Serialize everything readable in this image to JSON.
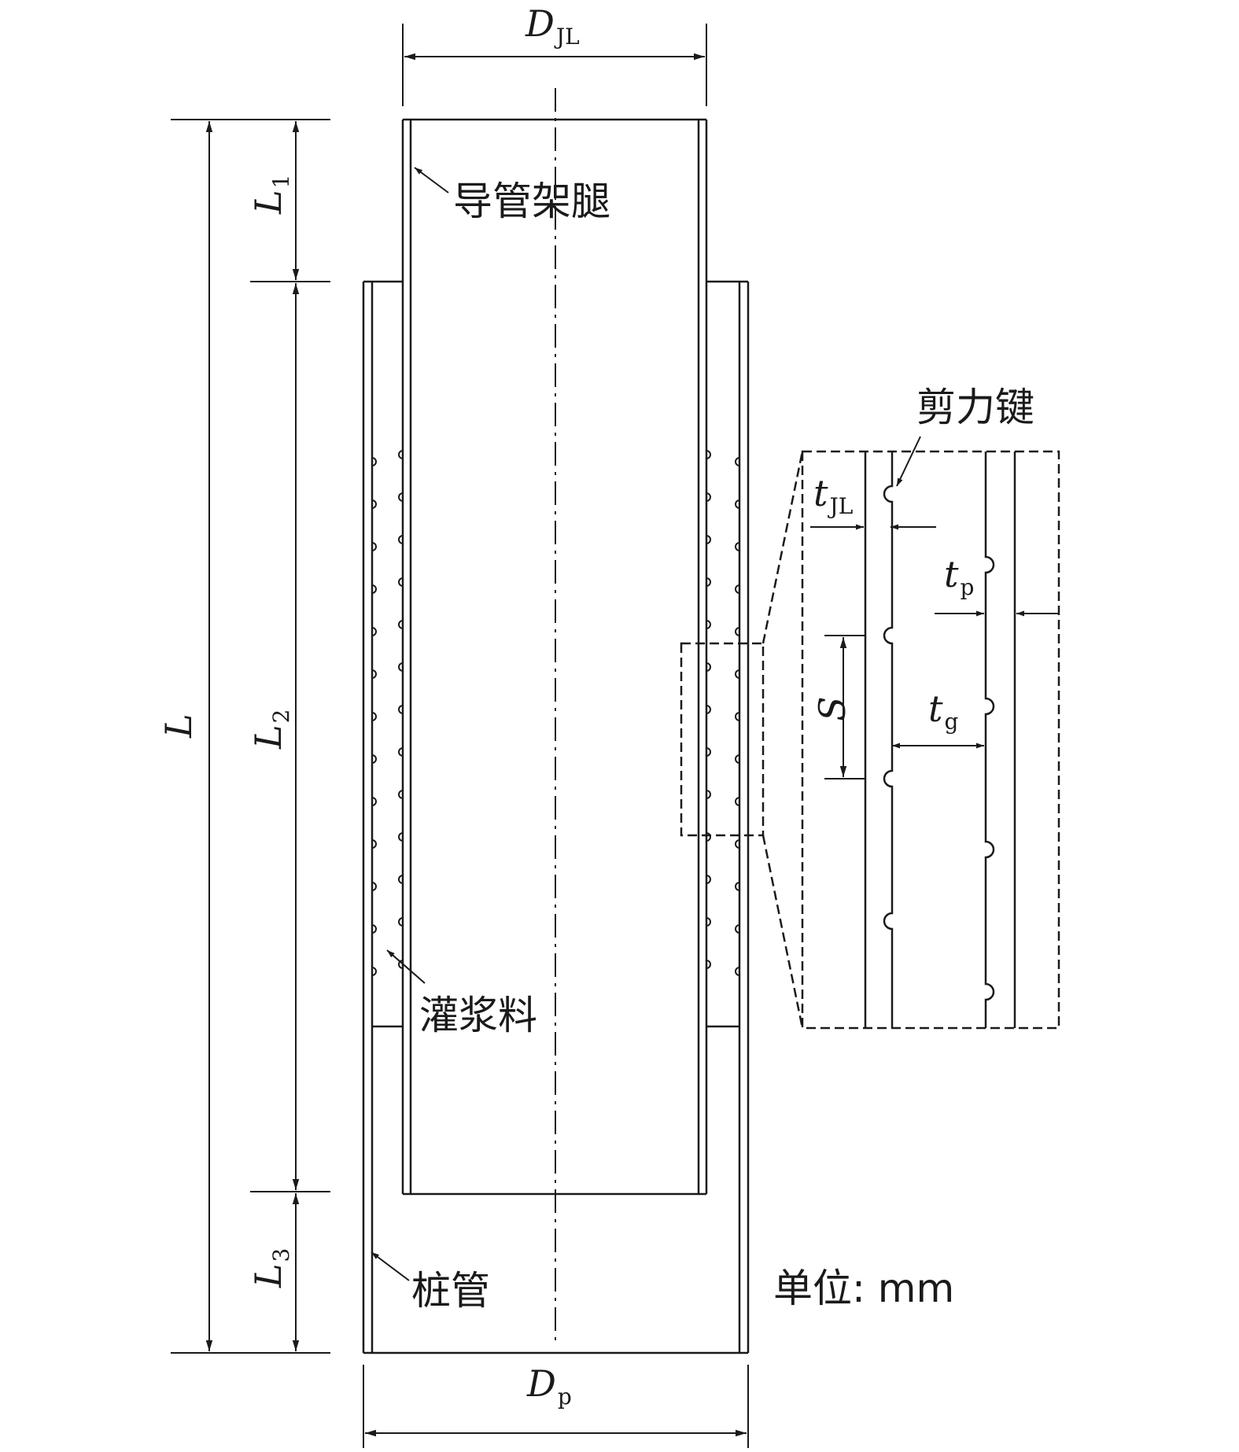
{
  "labels": {
    "jacket_leg": "导管架腿",
    "grout": "灌浆料",
    "pile": "桩管",
    "shear_key": "剪力键",
    "unit": "单位: mm"
  },
  "symbols": {
    "d_jl": {
      "main": "D",
      "sub": "JL"
    },
    "d_p": {
      "main": "D",
      "sub": "p"
    },
    "l": {
      "main": "L",
      "sub": ""
    },
    "l1": {
      "main": "L",
      "sub": "1"
    },
    "l2": {
      "main": "L",
      "sub": "2"
    },
    "l3": {
      "main": "L",
      "sub": "3"
    },
    "t_jl": {
      "main": "t",
      "sub": "JL"
    },
    "t_p": {
      "main": "t",
      "sub": "p"
    },
    "t_g": {
      "main": "t",
      "sub": "g"
    },
    "s": {
      "main": "S",
      "sub": ""
    }
  },
  "colors": {
    "line": "#1a1a1a",
    "background": "#ffffff"
  }
}
